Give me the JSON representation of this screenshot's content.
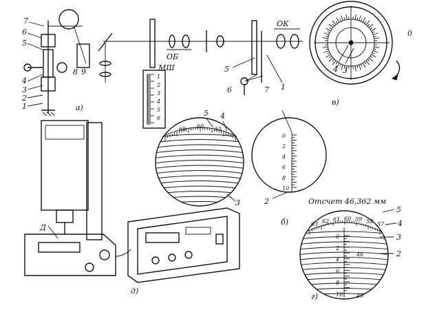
{
  "labels": {
    "panel_a": "а)",
    "panel_b": "б)",
    "panel_v": "в)",
    "panel_g": "г)",
    "panel_d": "д)",
    "ob": "ОБ",
    "ok": "ОК",
    "ms": "МШ",
    "d": "Д",
    "otschet": "Отсчет  46,362 мм",
    "zero": "0",
    "n1": "1",
    "n2": "2",
    "n3": "3",
    "n4": "4",
    "n5": "5",
    "n6": "6",
    "n7": "7",
    "n8": "8",
    "n9": "9"
  },
  "scales": {
    "ms_ticks": [
      "1",
      "2",
      "3",
      "4",
      "5",
      "6"
    ],
    "b_ticks": [
      "0",
      "2",
      "4",
      "6",
      "8",
      "10"
    ],
    "g_vertical": [
      "0",
      "2",
      "4",
      "6",
      "8",
      "10"
    ],
    "g_arc": [
      "63",
      "62",
      "61",
      "60",
      "59",
      "58",
      "57"
    ],
    "g_inner": [
      "46",
      "45"
    ],
    "circle_arc": [
      "65",
      "60",
      "55"
    ]
  }
}
